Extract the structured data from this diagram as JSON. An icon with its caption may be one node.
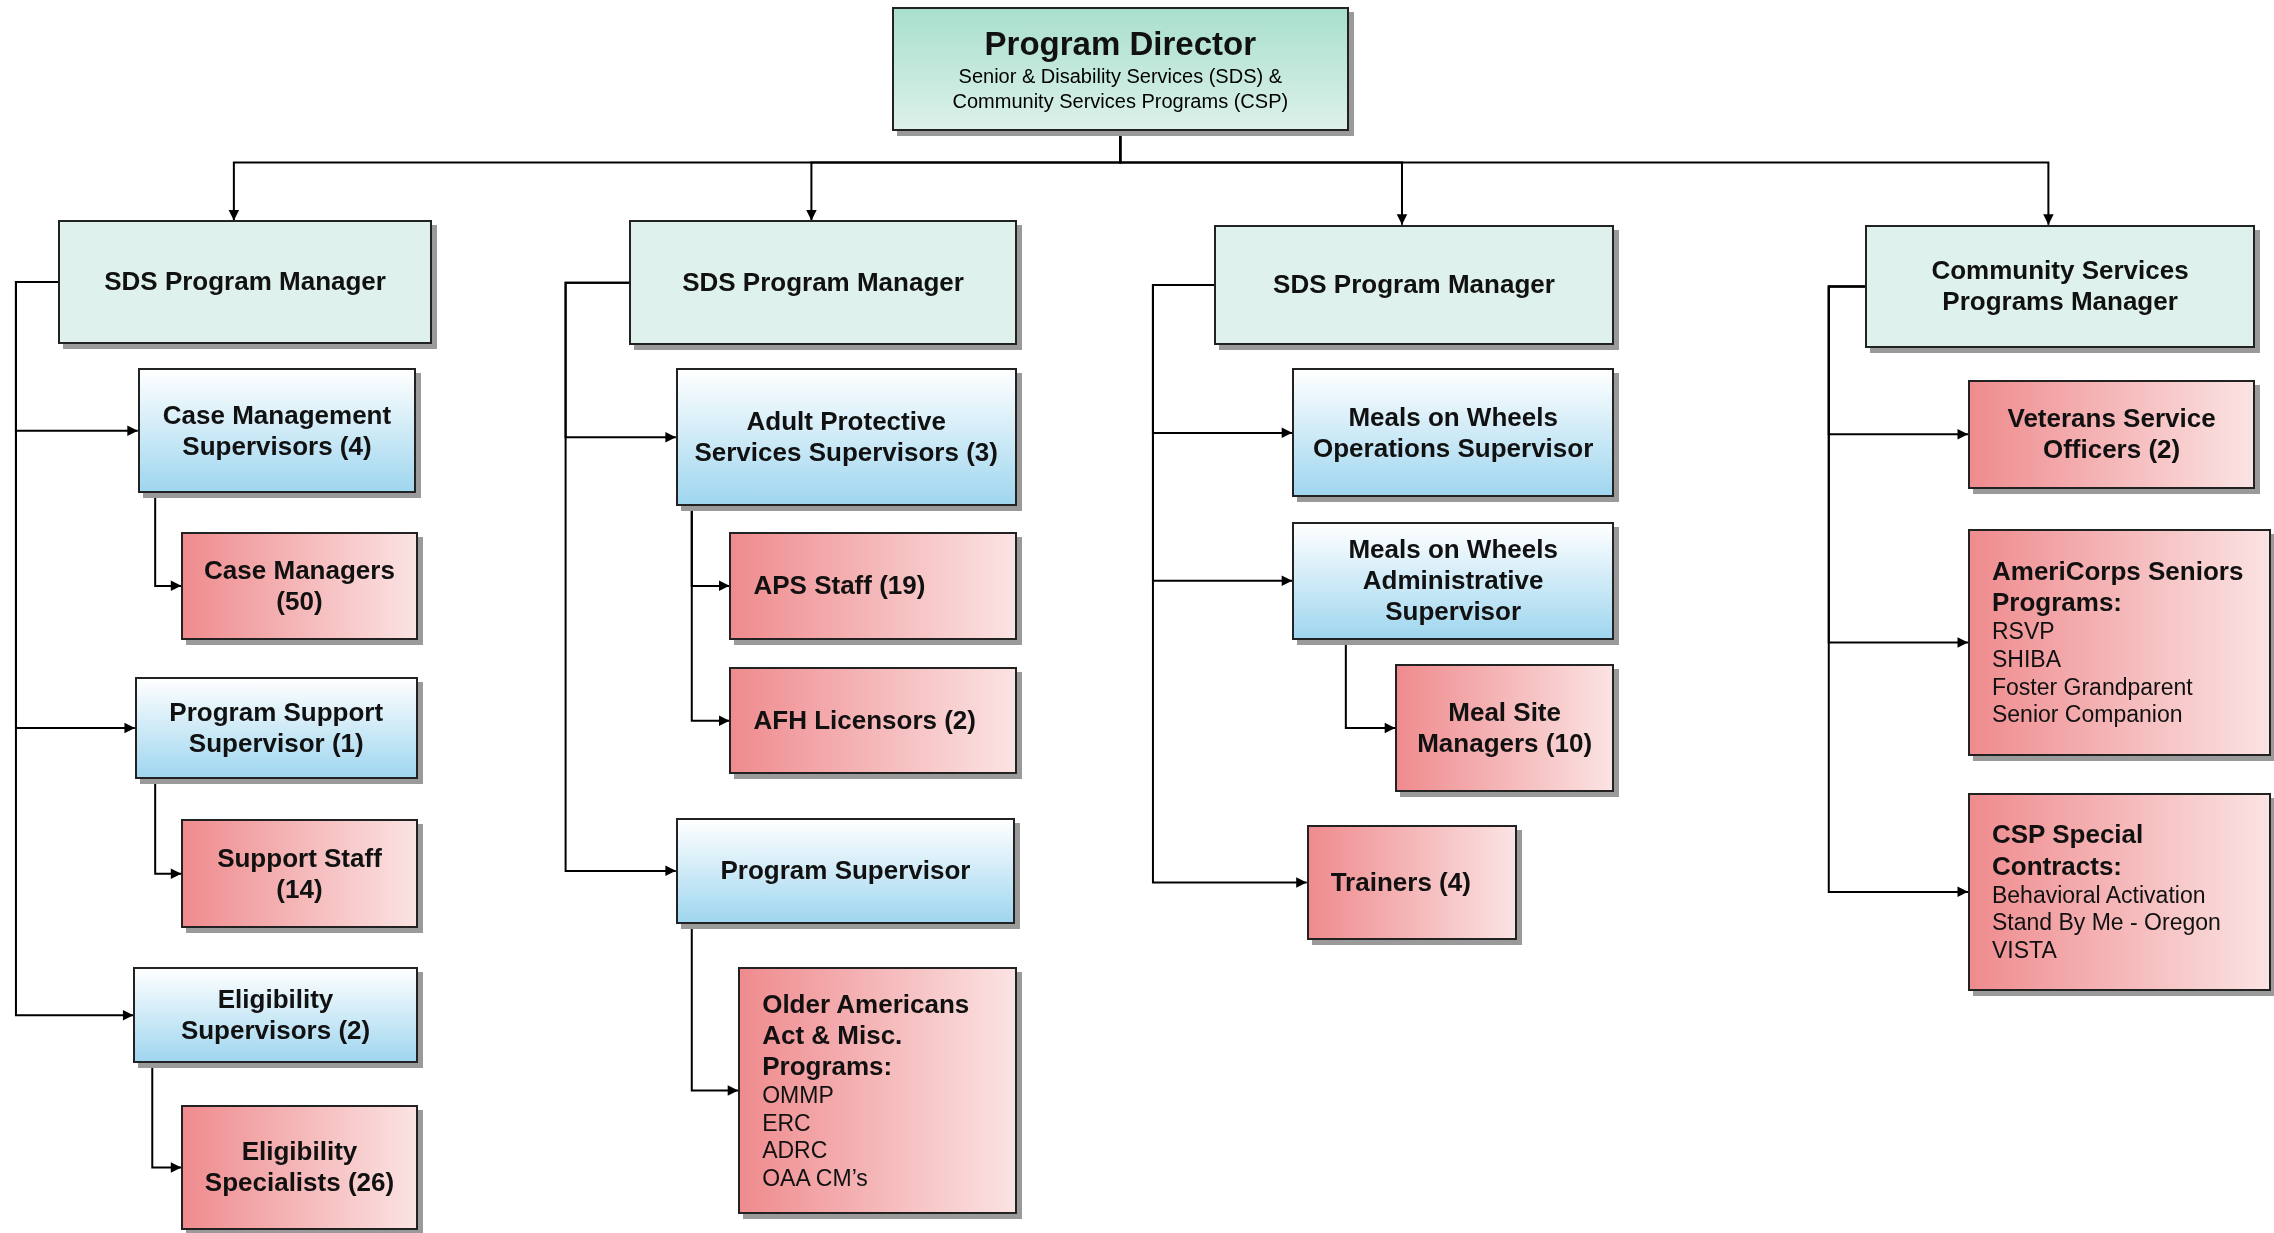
{
  "diagram": {
    "nodes": [
      {
        "text": [
          "Program Director",
          "Senior & Disability Services (SDS) & Community Services Programs (CSP)"
        ]
      },
      {
        "text": [
          "SDS Program Manager"
        ]
      },
      {
        "text": [
          "Case Management Supervisors (4)"
        ]
      },
      {
        "text": [
          "Case Managers (50)"
        ]
      },
      {
        "text": [
          "Program Support Supervisor (1)"
        ]
      },
      {
        "text": [
          "Support Staff (14)"
        ]
      },
      {
        "text": [
          "Eligibility Supervisors (2)"
        ]
      },
      {
        "text": [
          "Eligibility Specialists (26)"
        ]
      },
      {
        "text": [
          "SDS Program Manager"
        ]
      },
      {
        "text": [
          "Adult Protective Services Supervisors (3)"
        ]
      },
      {
        "text": [
          "APS Staff (19)"
        ]
      },
      {
        "text": [
          "AFH Licensors (2)"
        ]
      },
      {
        "text": [
          "Program Supervisor"
        ]
      },
      {
        "text": [
          "Older Americans Act & Misc. Programs:",
          "OMMP",
          "ERC",
          "ADRC",
          "OAA CM’s"
        ]
      },
      {
        "text": [
          "SDS Program Manager"
        ]
      },
      {
        "text": [
          "Meals on Wheels Operations Supervisor"
        ]
      },
      {
        "text": [
          "Meals on Wheels Administrative Supervisor"
        ]
      },
      {
        "text": [
          "Meal Site Managers (10)"
        ]
      },
      {
        "text": [
          "Trainers (4)"
        ]
      },
      {
        "text": [
          "Community Services Programs Manager"
        ]
      },
      {
        "text": [
          "Veterans Service Officers (2)"
        ]
      },
      {
        "text": [
          "AmeriCorps Seniors Programs:",
          "RSVP",
          "SHIBA",
          "Foster Grandparent",
          "Senior Companion"
        ]
      },
      {
        "text": [
          "CSP Special Contracts:",
          "Behavioral Activation",
          "Stand By Me - Oregon",
          "VISTA"
        ]
      }
    ],
    "edges": [
      {
        "from": 0,
        "to": 1,
        "arrow": "to"
      },
      {
        "from": 0,
        "to": 8,
        "arrow": "to"
      },
      {
        "from": 0,
        "to": 14,
        "arrow": "to"
      },
      {
        "from": 0,
        "to": 19,
        "arrow": "to"
      },
      {
        "from": 1,
        "to": 2,
        "arrow": "to"
      },
      {
        "from": 2,
        "to": 3,
        "arrow": "to"
      },
      {
        "from": 1,
        "to": 4,
        "arrow": "to"
      },
      {
        "from": 4,
        "to": 5,
        "arrow": "to"
      },
      {
        "from": 1,
        "to": 6,
        "arrow": "to"
      },
      {
        "from": 6,
        "to": 7,
        "arrow": "to"
      },
      {
        "from": 8,
        "to": 9,
        "arrow": "to"
      },
      {
        "from": 9,
        "to": 10,
        "arrow": "to"
      },
      {
        "from": 9,
        "to": 11,
        "arrow": "to"
      },
      {
        "from": 8,
        "to": 12,
        "arrow": "to"
      },
      {
        "from": 12,
        "to": 13,
        "arrow": "to"
      },
      {
        "from": 14,
        "to": 15,
        "arrow": "to"
      },
      {
        "from": 14,
        "to": 16,
        "arrow": "to"
      },
      {
        "from": 16,
        "to": 17,
        "arrow": "to"
      },
      {
        "from": 14,
        "to": 18,
        "arrow": "to"
      },
      {
        "from": 19,
        "to": 20,
        "arrow": "to"
      },
      {
        "from": 19,
        "to": 21,
        "arrow": "to"
      },
      {
        "from": 19,
        "to": 22,
        "arrow": "to"
      }
    ]
  }
}
